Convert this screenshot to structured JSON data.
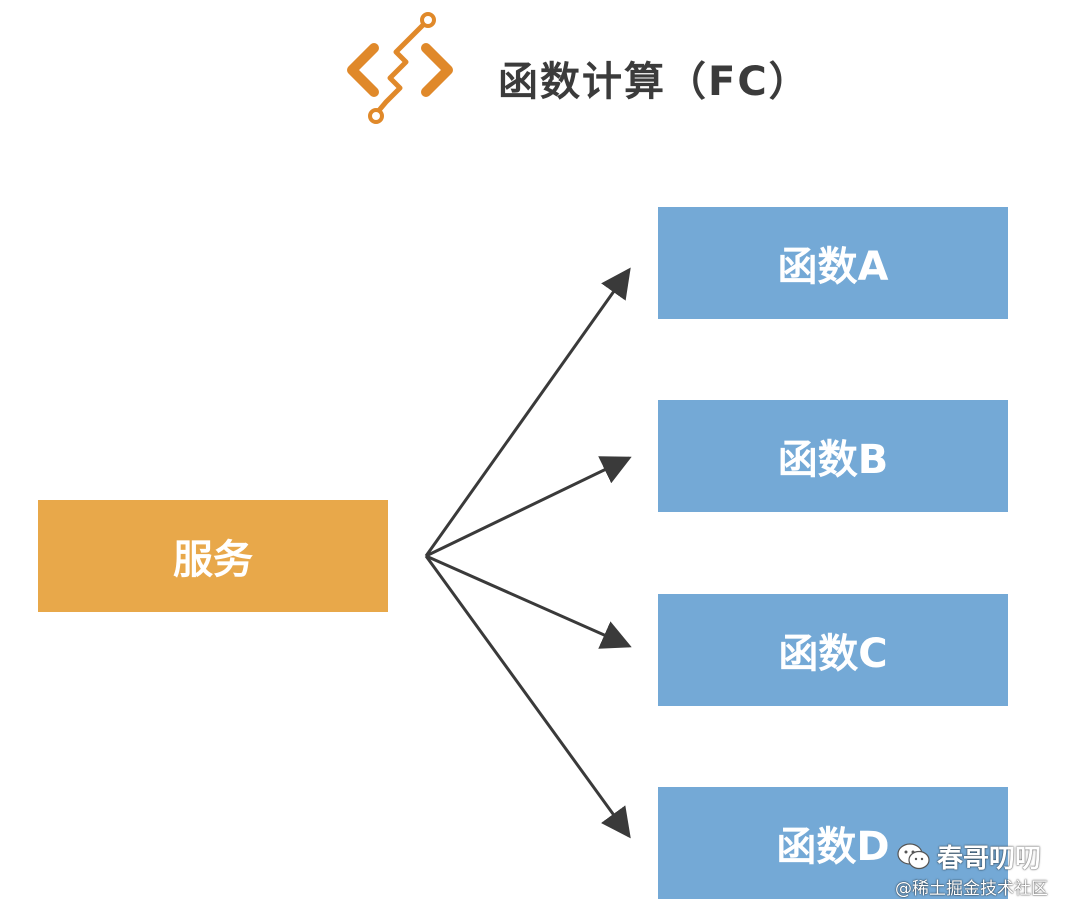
{
  "header": {
    "title": "函数计算（FC）",
    "logo_icon": "function-compute-logo-icon",
    "logo_color": "#e0892a"
  },
  "diagram": {
    "source": {
      "label": "服务",
      "color": "#e8a84a"
    },
    "targets": [
      {
        "label": "函数A",
        "color": "#74a9d6"
      },
      {
        "label": "函数B",
        "color": "#74a9d6"
      },
      {
        "label": "函数C",
        "color": "#74a9d6"
      },
      {
        "label": "函数D",
        "color": "#74a9d6"
      }
    ],
    "arrow_color": "#3a3a3a",
    "edges": [
      {
        "from": "服务",
        "to": "函数A"
      },
      {
        "from": "服务",
        "to": "函数B"
      },
      {
        "from": "服务",
        "to": "函数C"
      },
      {
        "from": "服务",
        "to": "函数D"
      }
    ]
  },
  "watermark": {
    "name": "春哥叨叨",
    "sub": "@稀土掘金技术社区",
    "icon": "wechat-icon"
  }
}
